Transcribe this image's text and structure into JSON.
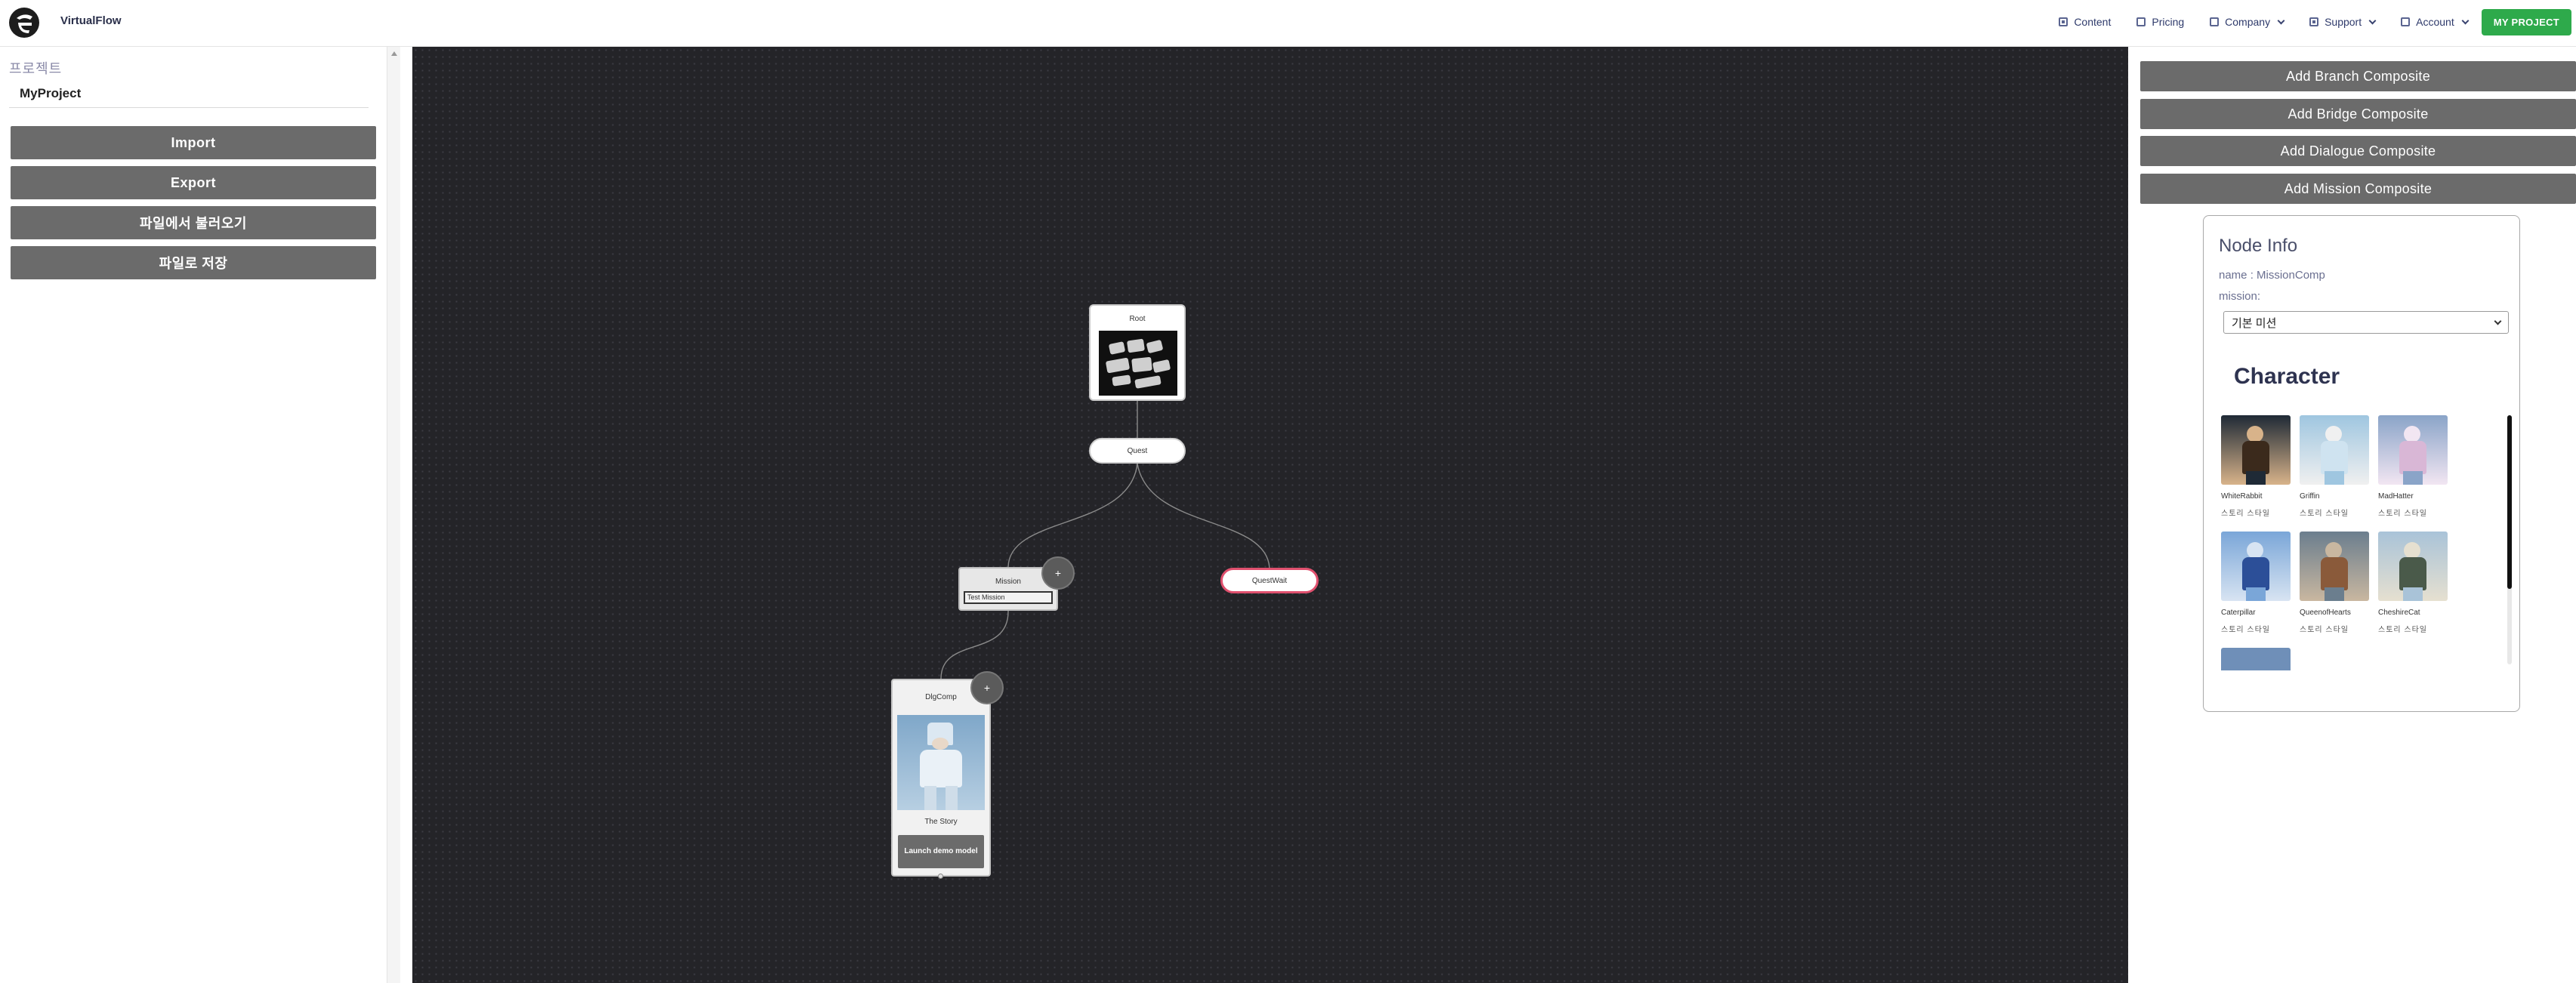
{
  "navbar": {
    "brand": "VirtualFlow",
    "items": [
      {
        "label": "Content",
        "icon": "grid-icon",
        "dropdown": false
      },
      {
        "label": "Pricing",
        "icon": "list-icon",
        "dropdown": false
      },
      {
        "label": "Company",
        "icon": "building-icon",
        "dropdown": true
      },
      {
        "label": "Support",
        "icon": "grid-icon",
        "dropdown": true
      },
      {
        "label": "Account",
        "icon": "user-icon",
        "dropdown": true
      }
    ],
    "cta_label": "MY PROJECT",
    "accent_color": "#2eaa4b"
  },
  "left_panel": {
    "project_label": "프로젝트",
    "project_name": "MyProject",
    "buttons": [
      "Import",
      "Export",
      "파일에서 불러오기",
      "파일로 저장"
    ]
  },
  "canvas": {
    "nodes": {
      "root": {
        "title": "Root"
      },
      "quest": {
        "title": "Quest"
      },
      "quest_wait": {
        "title": "QuestWait"
      },
      "mission": {
        "title": "Mission",
        "input_value": "Test Mission",
        "add_label": "+"
      },
      "dialogue": {
        "title": "DlgComp",
        "caption": "The Story",
        "launch_label": "Launch demo model",
        "add_label": "+"
      }
    },
    "colors": {
      "background": "#242428",
      "highlight": "#e0506e"
    }
  },
  "right_panel": {
    "buttons": [
      "Add Branch Composite",
      "Add Bridge Composite",
      "Add Dialogue Composite",
      "Add Mission Composite"
    ],
    "node_info": {
      "title": "Node Info",
      "name_line": "name : MissionComp",
      "mission_label": "mission:",
      "mission_selected": "기본 미션",
      "character_heading": "Character",
      "characters": [
        {
          "name": "WhiteRabbit",
          "sub": "스토리 스타일",
          "colors": [
            "#1f2a36",
            "#3b2a1c",
            "#d8b38a"
          ]
        },
        {
          "name": "Griffin",
          "sub": "스토리 스타일",
          "colors": [
            "#9fc6e0",
            "#cfe3f0",
            "#f0f0f0"
          ]
        },
        {
          "name": "MadHatter",
          "sub": "스토리 스타일",
          "colors": [
            "#8aa4c8",
            "#d9b7d6",
            "#f2e6f2"
          ]
        },
        {
          "name": "Caterpillar",
          "sub": "스토리 스타일",
          "colors": [
            "#7aa6d8",
            "#2c4f98",
            "#d8e4f2"
          ]
        },
        {
          "name": "QueenofHearts",
          "sub": "스토리 스타일",
          "colors": [
            "#6b7e8e",
            "#8a5a3a",
            "#c9b7a0"
          ]
        },
        {
          "name": "CheshireCat",
          "sub": "스토리 스타일",
          "colors": [
            "#a9c3d8",
            "#4a5a4a",
            "#e6e0d0"
          ]
        }
      ]
    }
  }
}
